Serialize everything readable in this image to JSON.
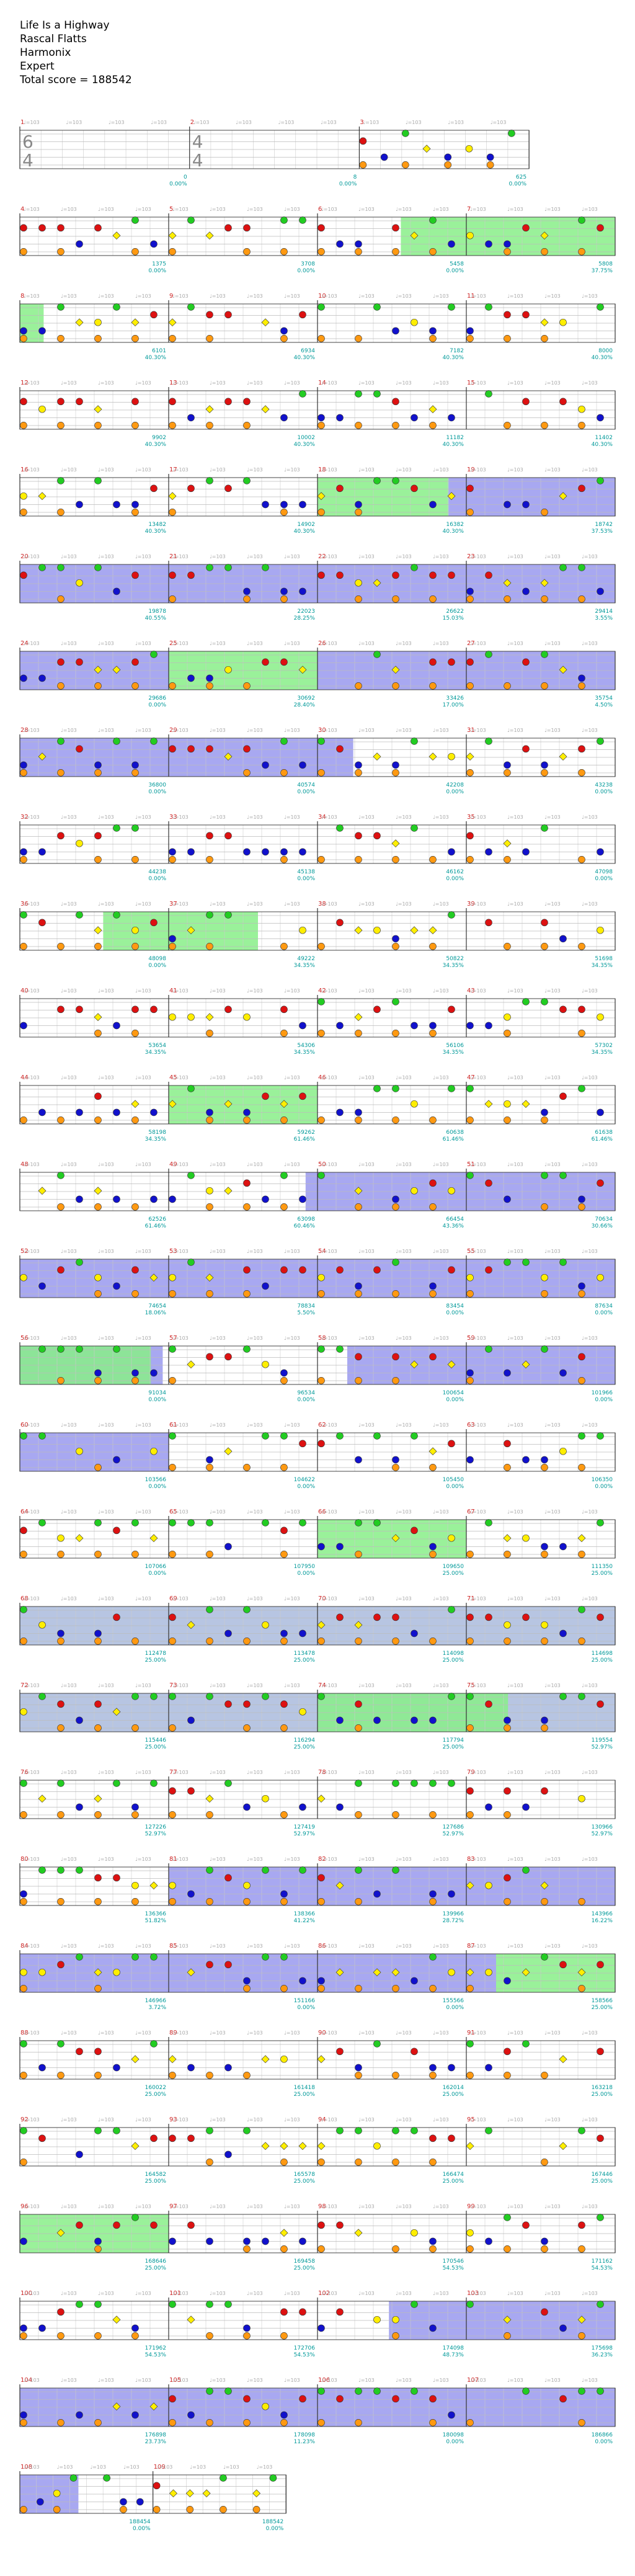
{
  "song": {
    "title": "Life Is a Highway",
    "artist": "Rascal Flatts",
    "source": "Harmonix",
    "difficulty": "Expert",
    "total_score_label": "Total score = 188542"
  },
  "time_signatures": [
    {
      "measure": 1,
      "top": "6",
      "bottom": "4"
    },
    {
      "measure": 2,
      "top": "4",
      "bottom": "4"
    }
  ],
  "tempo_label": "♩=103",
  "colors": {
    "green": "#22cc22",
    "red": "#dd1111",
    "yellow": "#ffee00",
    "blue": "#1111cc",
    "orange": "#ff9911",
    "overdrive_region": "#88ee88",
    "solo_region": "#9999ee",
    "bre_region": "#aabbdd",
    "score_text": "#009999",
    "measure_number": "#cc2222"
  },
  "rows": [
    {
      "measures": [
        1,
        2,
        3
      ],
      "scores": [
        "0",
        "8",
        "625"
      ],
      "pcts": [
        "0.00%",
        "0.00%",
        "0.00%"
      ]
    },
    {
      "measures": [
        4,
        5,
        6,
        7
      ],
      "scores": [
        "1375",
        "3708",
        "5458",
        "5808"
      ],
      "pcts": [
        "0.00%",
        "0.00%",
        "0.00%",
        "37.75%"
      ]
    },
    {
      "measures": [
        8,
        9,
        10,
        11
      ],
      "scores": [
        "6101",
        "6934",
        "7182",
        "8000"
      ],
      "pcts": [
        "40.30%",
        "40.30%",
        "40.30%",
        "40.30%"
      ]
    },
    {
      "measures": [
        12,
        13,
        14,
        15
      ],
      "scores": [
        "9902",
        "10002",
        "11182",
        "11402"
      ],
      "pcts": [
        "40.30%",
        "40.30%",
        "40.30%",
        "40.30%"
      ]
    },
    {
      "measures": [
        16,
        17,
        18,
        19
      ],
      "scores": [
        "13482",
        "14902",
        "16382",
        "18742"
      ],
      "pcts": [
        "40.30%",
        "40.30%",
        "40.30%",
        "37.53%"
      ]
    },
    {
      "measures": [
        20,
        21,
        22,
        23
      ],
      "scores": [
        "19878",
        "22023",
        "26622",
        "29414"
      ],
      "pcts": [
        "40.55%",
        "28.25%",
        "15.03%",
        "3.55%"
      ]
    },
    {
      "measures": [
        24,
        25,
        26,
        27
      ],
      "scores": [
        "29686",
        "30692",
        "33426",
        "35754"
      ],
      "pcts": [
        "0.00%",
        "28.40%",
        "17.00%",
        "4.50%"
      ]
    },
    {
      "measures": [
        28,
        29,
        30,
        31
      ],
      "scores": [
        "36800",
        "40574",
        "42208",
        "43238"
      ],
      "pcts": [
        "0.00%",
        "0.00%",
        "0.00%",
        "0.00%"
      ]
    },
    {
      "measures": [
        32,
        33,
        34,
        35
      ],
      "scores": [
        "44238",
        "45138",
        "46162",
        "47098"
      ],
      "pcts": [
        "0.00%",
        "0.00%",
        "0.00%",
        "0.00%"
      ]
    },
    {
      "measures": [
        36,
        37,
        38,
        39
      ],
      "scores": [
        "48098",
        "49222",
        "50822",
        "51698"
      ],
      "pcts": [
        "0.00%",
        "34.35%",
        "34.35%",
        "34.35%"
      ]
    },
    {
      "measures": [
        40,
        41,
        42,
        43
      ],
      "scores": [
        "53654",
        "54306",
        "56106",
        "57302"
      ],
      "pcts": [
        "34.35%",
        "34.35%",
        "34.35%",
        "34.35%"
      ]
    },
    {
      "measures": [
        44,
        45,
        46,
        47
      ],
      "scores": [
        "58198",
        "59262",
        "60638",
        "61638"
      ],
      "pcts": [
        "34.35%",
        "61.46%",
        "61.46%",
        "61.46%"
      ]
    },
    {
      "measures": [
        48,
        49,
        50,
        51
      ],
      "scores": [
        "62526",
        "63098",
        "66454",
        "70634"
      ],
      "pcts": [
        "61.46%",
        "60.46%",
        "43.36%",
        "30.66%"
      ]
    },
    {
      "measures": [
        52,
        53,
        54,
        55
      ],
      "scores": [
        "74654",
        "78834",
        "83454",
        "87634"
      ],
      "pcts": [
        "18.06%",
        "5.50%",
        "0.00%",
        "0.00%"
      ]
    },
    {
      "measures": [
        56,
        57,
        58,
        59
      ],
      "scores": [
        "91034",
        "96534",
        "100654",
        "101966"
      ],
      "pcts": [
        "0.00%",
        "0.00%",
        "0.00%",
        "0.00%"
      ]
    },
    {
      "measures": [
        60,
        61,
        62,
        63
      ],
      "scores": [
        "103566",
        "104622",
        "105450",
        "106350"
      ],
      "pcts": [
        "0.00%",
        "0.00%",
        "0.00%",
        "0.00%"
      ]
    },
    {
      "measures": [
        64,
        65,
        66,
        67
      ],
      "scores": [
        "107066",
        "107950",
        "109650",
        "111350"
      ],
      "pcts": [
        "0.00%",
        "0.00%",
        "25.00%",
        "25.00%"
      ]
    },
    {
      "measures": [
        68,
        69,
        70,
        71
      ],
      "scores": [
        "112478",
        "113478",
        "114098",
        "114698"
      ],
      "pcts": [
        "25.00%",
        "25.00%",
        "25.00%",
        "25.00%"
      ]
    },
    {
      "measures": [
        72,
        73,
        74,
        75
      ],
      "scores": [
        "115446",
        "116294",
        "117794",
        "119554"
      ],
      "pcts": [
        "25.00%",
        "25.00%",
        "25.00%",
        "52.97%"
      ]
    },
    {
      "measures": [
        76,
        77,
        78,
        79
      ],
      "scores": [
        "127226",
        "127419",
        "127686",
        "130966"
      ],
      "pcts": [
        "52.97%",
        "52.97%",
        "52.97%",
        "52.97%"
      ]
    },
    {
      "measures": [
        80,
        81,
        82,
        83
      ],
      "scores": [
        "136366",
        "138366",
        "139966",
        "143966"
      ],
      "pcts": [
        "51.82%",
        "41.22%",
        "28.72%",
        "16.22%"
      ]
    },
    {
      "measures": [
        84,
        85,
        86,
        87
      ],
      "scores": [
        "146966",
        "151166",
        "155566",
        "158566"
      ],
      "pcts": [
        "3.72%",
        "0.00%",
        "0.00%",
        "25.00%"
      ]
    },
    {
      "measures": [
        88,
        89,
        90,
        91
      ],
      "scores": [
        "160022",
        "161418",
        "162014",
        "163218"
      ],
      "pcts": [
        "25.00%",
        "25.00%",
        "25.00%",
        "25.00%"
      ]
    },
    {
      "measures": [
        92,
        93,
        94,
        95
      ],
      "scores": [
        "164582",
        "165578",
        "166474",
        "167446"
      ],
      "pcts": [
        "25.00%",
        "25.00%",
        "25.00%",
        "25.00%"
      ]
    },
    {
      "measures": [
        96,
        97,
        98,
        99
      ],
      "scores": [
        "168646",
        "169458",
        "170546",
        "171162"
      ],
      "pcts": [
        "25.00%",
        "25.00%",
        "54.53%",
        "54.53%"
      ]
    },
    {
      "measures": [
        100,
        101,
        102,
        103
      ],
      "scores": [
        "171962",
        "172706",
        "174098",
        "175698"
      ],
      "pcts": [
        "54.53%",
        "54.53%",
        "48.73%",
        "36.23%"
      ]
    },
    {
      "measures": [
        104,
        105,
        106,
        107
      ],
      "scores": [
        "176898",
        "178098",
        "180098",
        "186866"
      ],
      "pcts": [
        "23.73%",
        "11.23%",
        "0.00%",
        "0.00%"
      ]
    },
    {
      "measures": [
        108,
        109
      ],
      "scores": [
        "188454",
        "188542"
      ],
      "pcts": [
        "0.00%",
        "0.00%"
      ]
    }
  ]
}
